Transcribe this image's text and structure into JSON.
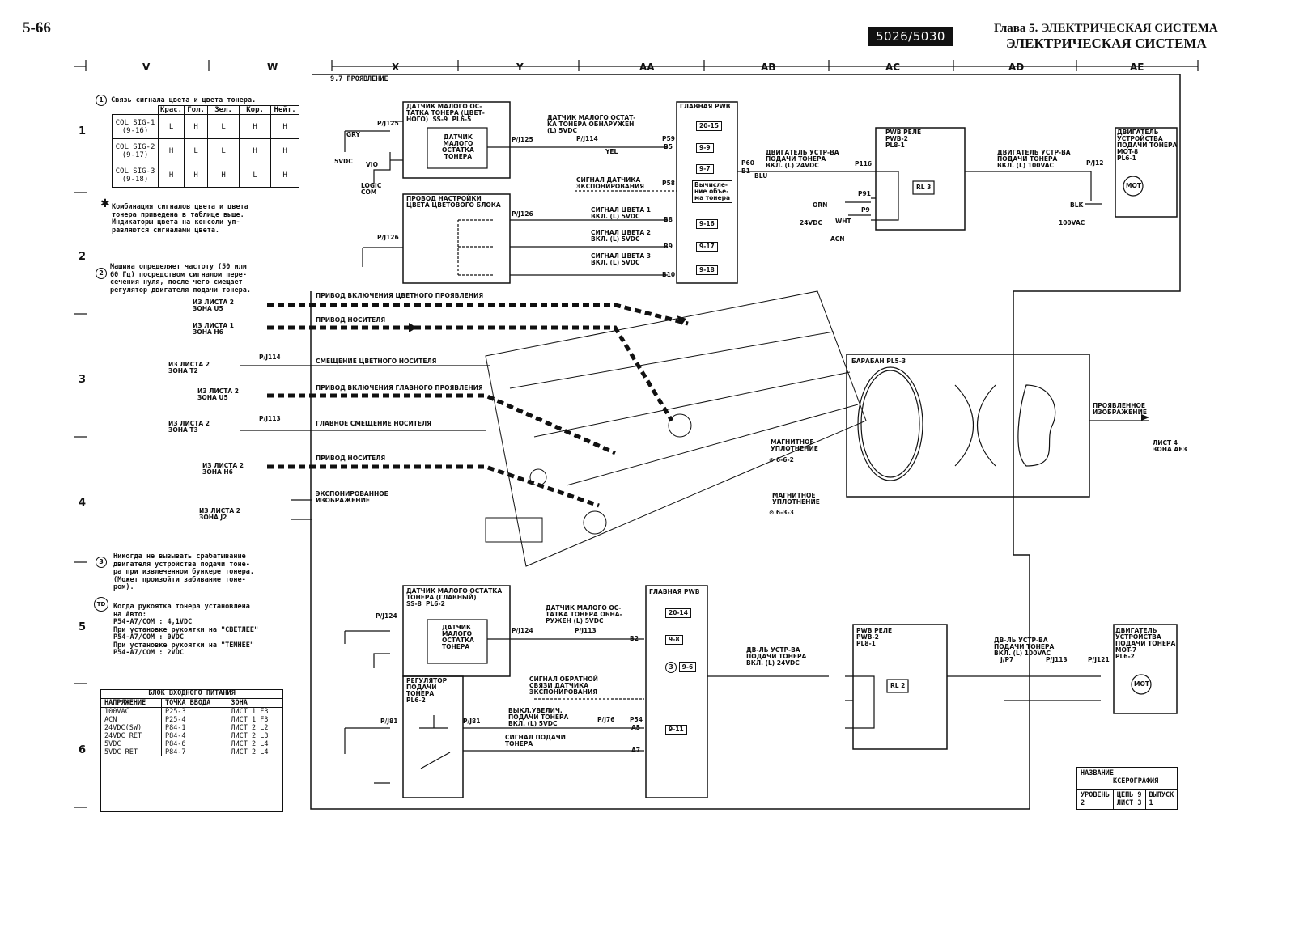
{
  "header": {
    "page_number": "5-66",
    "model_badge": "5026/5030",
    "chapter": "Глава 5. ЭЛЕКТРИЧЕСКАЯ СИСТЕМА",
    "section": "ЭЛЕКТРИЧЕСКАЯ СИСТЕМА"
  },
  "grid": {
    "columns": [
      "V",
      "W",
      "X",
      "Y",
      "AA",
      "AB",
      "AC",
      "AD",
      "AE"
    ],
    "rows": [
      "1",
      "2",
      "3",
      "4",
      "5",
      "6"
    ]
  },
  "section_title": "9.7  ПРОЯВЛЕНИЕ",
  "notes": {
    "note1_marker": "1",
    "note1_title": "Связь сигнала цвета и цвета тонера.",
    "color_table": {
      "headers": [
        "",
        "Крас.",
        "Гол.",
        "Зел.",
        "Кор.",
        "Нейт."
      ],
      "rows": [
        {
          "label": "COL SIG-1 (9-16)",
          "values": [
            "L",
            "H",
            "L",
            "H",
            "H"
          ]
        },
        {
          "label": "COL SIG-2 (9-17)",
          "values": [
            "H",
            "L",
            "L",
            "H",
            "H"
          ]
        },
        {
          "label": "COL SIG-3 (9-18)",
          "values": [
            "H",
            "H",
            "H",
            "L",
            "H"
          ]
        }
      ]
    },
    "asterisk_note": "Комбинация сигналов цвета и цвета\nтонера приведена в таблице выше.\nИндикаторы цвета на консоли уп-\nравляются сигналами цвета.",
    "note2_marker": "2",
    "note2": "Машина определяет частоту (50 или\n60 Гц) посредством сигналом пере-\nсечения нуля, после чего смещает\nрегулятор двигателя подачи тонера.",
    "note3_marker": "3",
    "note3": "Никогда не вызывать срабатывание\nдвигателя устройства подачи тоне-\nра при извлеченном бункере тонера.\n(Может произойти забивание тоне-\nром).",
    "td_marker": "TD",
    "td_note": "Когда рукоятка тонера установлена\nна Авто:\nP54-A7/COM : 4,1VDC\nПри установке рукоятки на \"СВЕТЛЕЕ\"\nP54-A7/COM : 0VDC\nПри установке рукоятки на \"ТЕМНЕЕ\"\nP54-A7/COM : 2VDC"
  },
  "power_table": {
    "title": "БЛОК ВХОДНОГО ПИТАНИЯ",
    "headers": [
      "НАПРЯЖЕНИЕ",
      "ТОЧКА ВВОДА",
      "ЗОНА"
    ],
    "rows": [
      [
        "100VAC",
        "P25-3",
        "ЛИСТ 1 F3"
      ],
      [
        "ACN",
        "P25-4",
        "ЛИСТ 1 F3"
      ],
      [
        "24VDC(SW)",
        "P84-1",
        "ЛИСТ 2 L2"
      ],
      [
        "24VDC RET",
        "P84-4",
        "ЛИСТ 2 L3"
      ],
      [
        "5VDC",
        "P84-6",
        "ЛИСТ 2 L4"
      ],
      [
        "5VDC RET",
        "P84-7",
        "ЛИСТ 2 L4"
      ]
    ]
  },
  "top_circuit": {
    "sensor_box": "ДАТЧИК МАЛОГО ОС-\nТАТКА ТОНЕРА (ЦВЕТ-\nНОГО)  SS-9  PL6-5",
    "sensor_inner": "ДАТЧИК\nМАЛОГО\nОСТАТКА\nТОНЕРА",
    "pj125": "P/J125",
    "pj125b": "P/J125",
    "gry": "GRY",
    "v5vdc": "5VDC",
    "v10": "VIO",
    "logic_com": "LOGIC\nCOM",
    "detected_signal": "ДАТЧИК МАЛОГО ОСТАТ-\nКА ТОНЕРА ОБНАРУЖЕН\n(L) 5VDC",
    "pj114": "P/J114",
    "yel": "YEL",
    "p59": "P59",
    "b5": "B5",
    "exposure_signal": "СИГНАЛ ДАТЧИКА\nЭКСПОНИРОВАНИЯ",
    "p58": "P58",
    "main_pwb": "ГЛАВНАЯ PWB",
    "ref_20_15": "20-15",
    "ref_9_9": "9-9",
    "ref_9_7": "9-7",
    "calc_box": "Вычисле-\nние объе-\nма тонера",
    "color_wire_box": "ПРОВОД НАСТРОЙКИ\nЦВЕТА ЦВЕТОВОГО БЛОКА",
    "pj126": "P/J126",
    "pj126b": "P/J126",
    "color_sig1": "СИГНАЛ ЦВЕТА 1\nВКЛ. (L) 5VDC",
    "color_sig2": "СИГНАЛ ЦВЕТА 2\nВКЛ. (L) 5VDC",
    "color_sig3": "СИГНАЛ ЦВЕТА 3\nВКЛ. (L) 5VDC",
    "b8": "B8",
    "b9": "B9",
    "b10": "B10",
    "ref_9_16": "9-16",
    "ref_9_17": "9-17",
    "ref_9_18": "9-18",
    "p60": "P60",
    "b1": "B1",
    "blu": "BLU",
    "motor_signal": "ДВИГАТЕЛЬ УСТР-ВА\nПОДАЧИ ТОНЕРА\nВКЛ. (L) 24VDC",
    "relay_box": "PWB РЕЛЕ\nPWB-2\nPL8-1",
    "rl3": "RL 3",
    "p116": "P116",
    "p91": "P91",
    "p9": "P9",
    "orn": "ORN",
    "wht": "WHT",
    "v24vdc": "24VDC",
    "acn": "ACN",
    "ac_motor_signal": "ДВИГАТЕЛЬ УСТР-ВА\nПОДАЧИ ТОНЕРА\nВКЛ. (L) 100VAC",
    "pj12": "P/J12",
    "blk": "BLK",
    "v100vac": "100VAC",
    "motor_box": "ДВИГАТЕЛЬ\nУСТРОЙСТВА\nПОДАЧИ ТОНЕРА\nMOT-8\nPL6-1",
    "mot": "MOT"
  },
  "harness": [
    {
      "from": "ИЗ ЛИСТА 2\nЗОНА U5",
      "label": "ПРИВОД ВКЛЮЧЕНИЯ ЦВЕТНОГО ПРОЯВЛЕНИЯ"
    },
    {
      "from": "ИЗ ЛИСТА 1\nЗОНА H6",
      "label": "ПРИВОД НОСИТЕЛЯ"
    },
    {
      "from": "ИЗ ЛИСТА 2\nЗОНА T2",
      "label": "СМЕЩЕНИЕ ЦВЕТНОГО НОСИТЕЛЯ",
      "pj": "P/J114"
    },
    {
      "from": "ИЗ ЛИСТА 2\nЗОНА U5",
      "label": "ПРИВОД ВКЛЮЧЕНИЯ ГЛАВНОГО ПРОЯВЛЕНИЯ"
    },
    {
      "from": "ИЗ ЛИСТА 2\nЗОНА T3",
      "label": "ГЛАВНОЕ СМЕЩЕНИЕ НОСИТЕЛЯ",
      "pj": "P/J113"
    },
    {
      "from": "ИЗ ЛИСТА 2\nЗОНА H6",
      "label": "ПРИВОД НОСИТЕЛЯ"
    },
    {
      "from": "ИЗ ЛИСТА 2\nЗОНА J2",
      "label": "ЭКСПОНИРОВАННОЕ\nИЗОБРАЖЕНИЕ"
    }
  ],
  "drum": {
    "label": "БАРАБАН PL5-3",
    "output": "ПРОЯВЛЕННОЕ\nИЗОБРАЖЕНИЕ",
    "to": "ЛИСТ 4\nЗОНА AF3"
  },
  "seals": [
    {
      "label": "МАГНИТНОЕ\nУПЛОТНЕНИЕ",
      "ref": "6-6-2"
    },
    {
      "label": "МАГНИТНОЕ\nУПЛОТНЕНИЕ",
      "ref": "6-3-3"
    }
  ],
  "bottom_circuit": {
    "sensor_box": "ДАТЧИК МАЛОГО ОСТАТКА\nТОНЕРА (ГЛАВНЫЙ)\nSS-8  PL6-2",
    "sensor_inner": "ДАТЧИК\nМАЛОГО\nОСТАТКА\nТОНЕРА",
    "pj124": "P/J124",
    "pj124b": "P/J124",
    "detected_signal": "ДАТЧИК МАЛОГО ОС-\nТАТКА ТОНЕРА ОБНА-\nРУЖЕН (L) 5VDC",
    "pj113": "P/J113",
    "b2": "B2",
    "main_pwb": "ГЛАВНАЯ PWB",
    "ref_20_14": "20-14",
    "ref_9_8": "9-8",
    "ref_9_6": "9-6",
    "feedback_signal": "СИГНАЛ ОБРАТНОЙ\nСВЯЗИ ДАТЧИКА\nЭКСПОНИРОВАНИЯ",
    "regulator_box": "РЕГУЛЯТОР\nПОДАЧИ\nТОНЕРА\nPL6-2",
    "pj81": "P/J81",
    "pj81b": "P/J81",
    "increase_off": "ВЫКЛ.УВЕЛИЧ.\nПОДАЧИ ТОНЕРА\nВКЛ. (L) 5VDC",
    "supply_signal": "СИГНАЛ ПОДАЧИ\nТОНЕРА",
    "pj76": "P/J76",
    "p54": "P54",
    "a5": "A5",
    "a7": "A7",
    "ref_9_11": "9-11",
    "motor_signal": "ДВ-ЛЬ УСТР-ВА\nПОДАЧИ ТОНЕРА\nВКЛ. (L) 24VDC",
    "relay_box": "PWB РЕЛЕ\nPWB-2\nPL8-1",
    "rl2": "RL 2",
    "ac_motor_signal": "ДВ-ЛЬ УСТР-ВА\nПОДАЧИ ТОНЕРА\nВКЛ. (L) 100VAC",
    "jp7": "J/P7",
    "pj113b": "P/J113",
    "pj121": "P/J121",
    "motor_box": "ДВИГАТЕЛЬ\nУСТРОЙСТВА\nПОДАЧИ ТОНЕРА\nMOT-7\nPL6-2"
  },
  "title_block": {
    "name_label": "НАЗВАНИЕ",
    "name": "КСЕРОГРАФИЯ",
    "level_label": "УРОВЕНЬ",
    "level": "2",
    "chain_label": "ЦЕПЬ 9",
    "sheet_label": "ЛИСТ 3",
    "issue_label": "ВЫПУСК",
    "issue": "1"
  }
}
